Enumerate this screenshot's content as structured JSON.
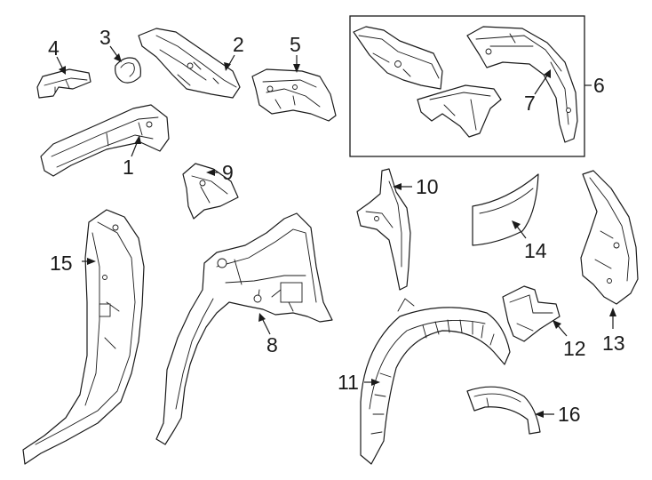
{
  "callouts": [
    "1",
    "2",
    "3",
    "4",
    "5",
    "6",
    "7",
    "8",
    "9",
    "10",
    "11",
    "12",
    "13",
    "14",
    "15",
    "16"
  ]
}
